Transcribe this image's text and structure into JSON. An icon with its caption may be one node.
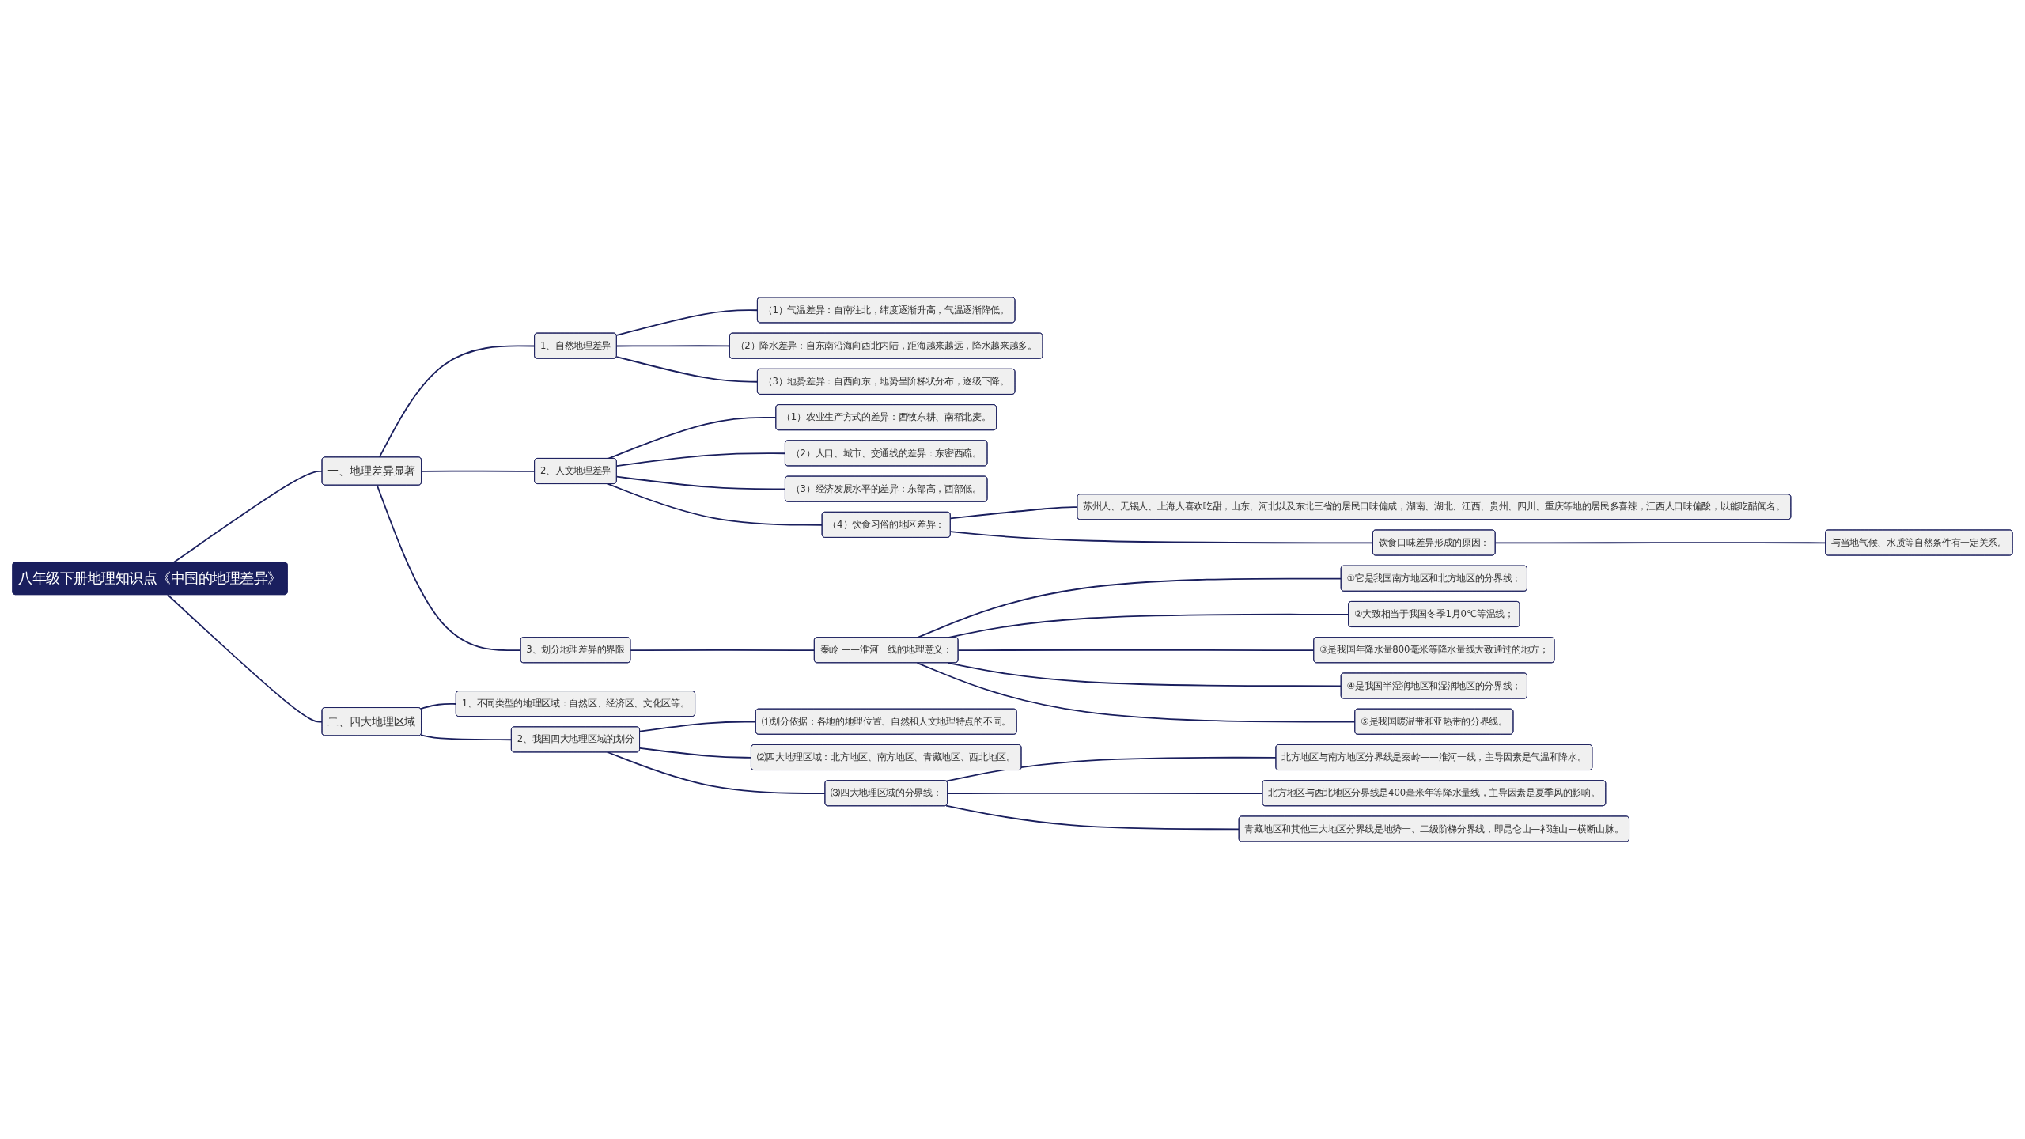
{
  "diagram": {
    "nodes": [
      {
        "text": [
          "八年级下册地理知识点《中国的地理差异》"
        ]
      },
      {
        "text": [
          "一、地理差异显著"
        ]
      },
      {
        "text": [
          "1、自然地理差异"
        ]
      },
      {
        "text": [
          "（1）气温差异：自南往北，纬度逐渐升高，气温逐渐降低。"
        ]
      },
      {
        "text": [
          "（2）降水差异：自东南沿海向西北内陆，距海越来越远，降水越来越多。"
        ]
      },
      {
        "text": [
          "（3）地势差异：自西向东，地势呈阶梯状分布，逐级下降。"
        ]
      },
      {
        "text": [
          "2、人文地理差异"
        ]
      },
      {
        "text": [
          "（1）农业生产方式的差异：西牧东耕、南稻北麦。"
        ]
      },
      {
        "text": [
          "（2）人口、城市、交通线的差异：东密西疏。"
        ]
      },
      {
        "text": [
          "（3）经济发展水平的差异：东部高，西部低。"
        ]
      },
      {
        "text": [
          "（4）饮食习俗的地区差异："
        ]
      },
      {
        "text": [
          "苏州人、无锡人、上海人喜欢吃甜，山东、河北以及东北三省的居民口味偏咸，湖南、湖北、江西、贵州、四川、重庆等地的居民多喜辣，江西人口味偏酸，以能吃醋闻名。"
        ]
      },
      {
        "text": [
          "饮食口味差异形成的原因："
        ]
      },
      {
        "text": [
          "与当地气候、水质等自然条件有一定关系。"
        ]
      },
      {
        "text": [
          "3、划分地理差异的界限"
        ]
      },
      {
        "text": [
          "秦岭 ——淮河一线的地理意义："
        ]
      },
      {
        "text": [
          "①它是我国南方地区和北方地区的分界线；"
        ]
      },
      {
        "text": [
          "②大致相当于我国冬季1月0℃等温线；"
        ]
      },
      {
        "text": [
          "③是我国年降水量800毫米等降水量线大致通过的地方；"
        ]
      },
      {
        "text": [
          "④是我国半湿润地区和湿润地区的分界线；"
        ]
      },
      {
        "text": [
          "⑤是我国暖温带和亚热带的分界线。"
        ]
      },
      {
        "text": [
          "二、四大地理区域"
        ]
      },
      {
        "text": [
          "1、不同类型的地理区域：自然区、经济区、文化区等。"
        ]
      },
      {
        "text": [
          "2、我国四大地理区域的划分"
        ]
      },
      {
        "text": [
          "⑴划分依据：各地的地理位置、自然和人文地理特点的不同。"
        ]
      },
      {
        "text": [
          "⑵四大地理区域：北方地区、南方地区、青藏地区、西北地区。"
        ]
      },
      {
        "text": [
          "⑶四大地理区域的分界线："
        ]
      },
      {
        "text": [
          "北方地区与南方地区分界线是秦岭——淮河一线，主导因素是气温和降水。"
        ]
      },
      {
        "text": [
          "北方地区与西北地区分界线是400毫米年等降水量线，主导因素是夏季风的影响。"
        ]
      },
      {
        "text": [
          "青藏地区和其他三大地区分界线是地势一、二级阶梯分界线，即昆仑山—祁连山—横断山脉。"
        ]
      }
    ],
    "edges": [
      {
        "from": 0,
        "to": 1,
        "arrow": "none"
      },
      {
        "from": 1,
        "to": 2,
        "arrow": "none"
      },
      {
        "from": 2,
        "to": 3,
        "arrow": "none"
      },
      {
        "from": 2,
        "to": 4,
        "arrow": "none"
      },
      {
        "from": 2,
        "to": 5,
        "arrow": "none"
      },
      {
        "from": 1,
        "to": 6,
        "arrow": "none"
      },
      {
        "from": 6,
        "to": 7,
        "arrow": "none"
      },
      {
        "from": 6,
        "to": 8,
        "arrow": "none"
      },
      {
        "from": 6,
        "to": 9,
        "arrow": "none"
      },
      {
        "from": 6,
        "to": 10,
        "arrow": "none"
      },
      {
        "from": 10,
        "to": 11,
        "arrow": "none"
      },
      {
        "from": 10,
        "to": 12,
        "arrow": "none"
      },
      {
        "from": 12,
        "to": 13,
        "arrow": "none"
      },
      {
        "from": 1,
        "to": 14,
        "arrow": "none"
      },
      {
        "from": 14,
        "to": 15,
        "arrow": "none"
      },
      {
        "from": 15,
        "to": 16,
        "arrow": "none"
      },
      {
        "from": 15,
        "to": 17,
        "arrow": "none"
      },
      {
        "from": 15,
        "to": 18,
        "arrow": "none"
      },
      {
        "from": 15,
        "to": 19,
        "arrow": "none"
      },
      {
        "from": 15,
        "to": 20,
        "arrow": "none"
      },
      {
        "from": 0,
        "to": 21,
        "arrow": "none"
      },
      {
        "from": 21,
        "to": 22,
        "arrow": "none"
      },
      {
        "from": 21,
        "to": 23,
        "arrow": "none"
      },
      {
        "from": 23,
        "to": 24,
        "arrow": "none"
      },
      {
        "from": 23,
        "to": 25,
        "arrow": "none"
      },
      {
        "from": 23,
        "to": 26,
        "arrow": "none"
      },
      {
        "from": 26,
        "to": 27,
        "arrow": "none"
      },
      {
        "from": 26,
        "to": 28,
        "arrow": "none"
      },
      {
        "from": 26,
        "to": 29,
        "arrow": "none"
      }
    ]
  }
}
